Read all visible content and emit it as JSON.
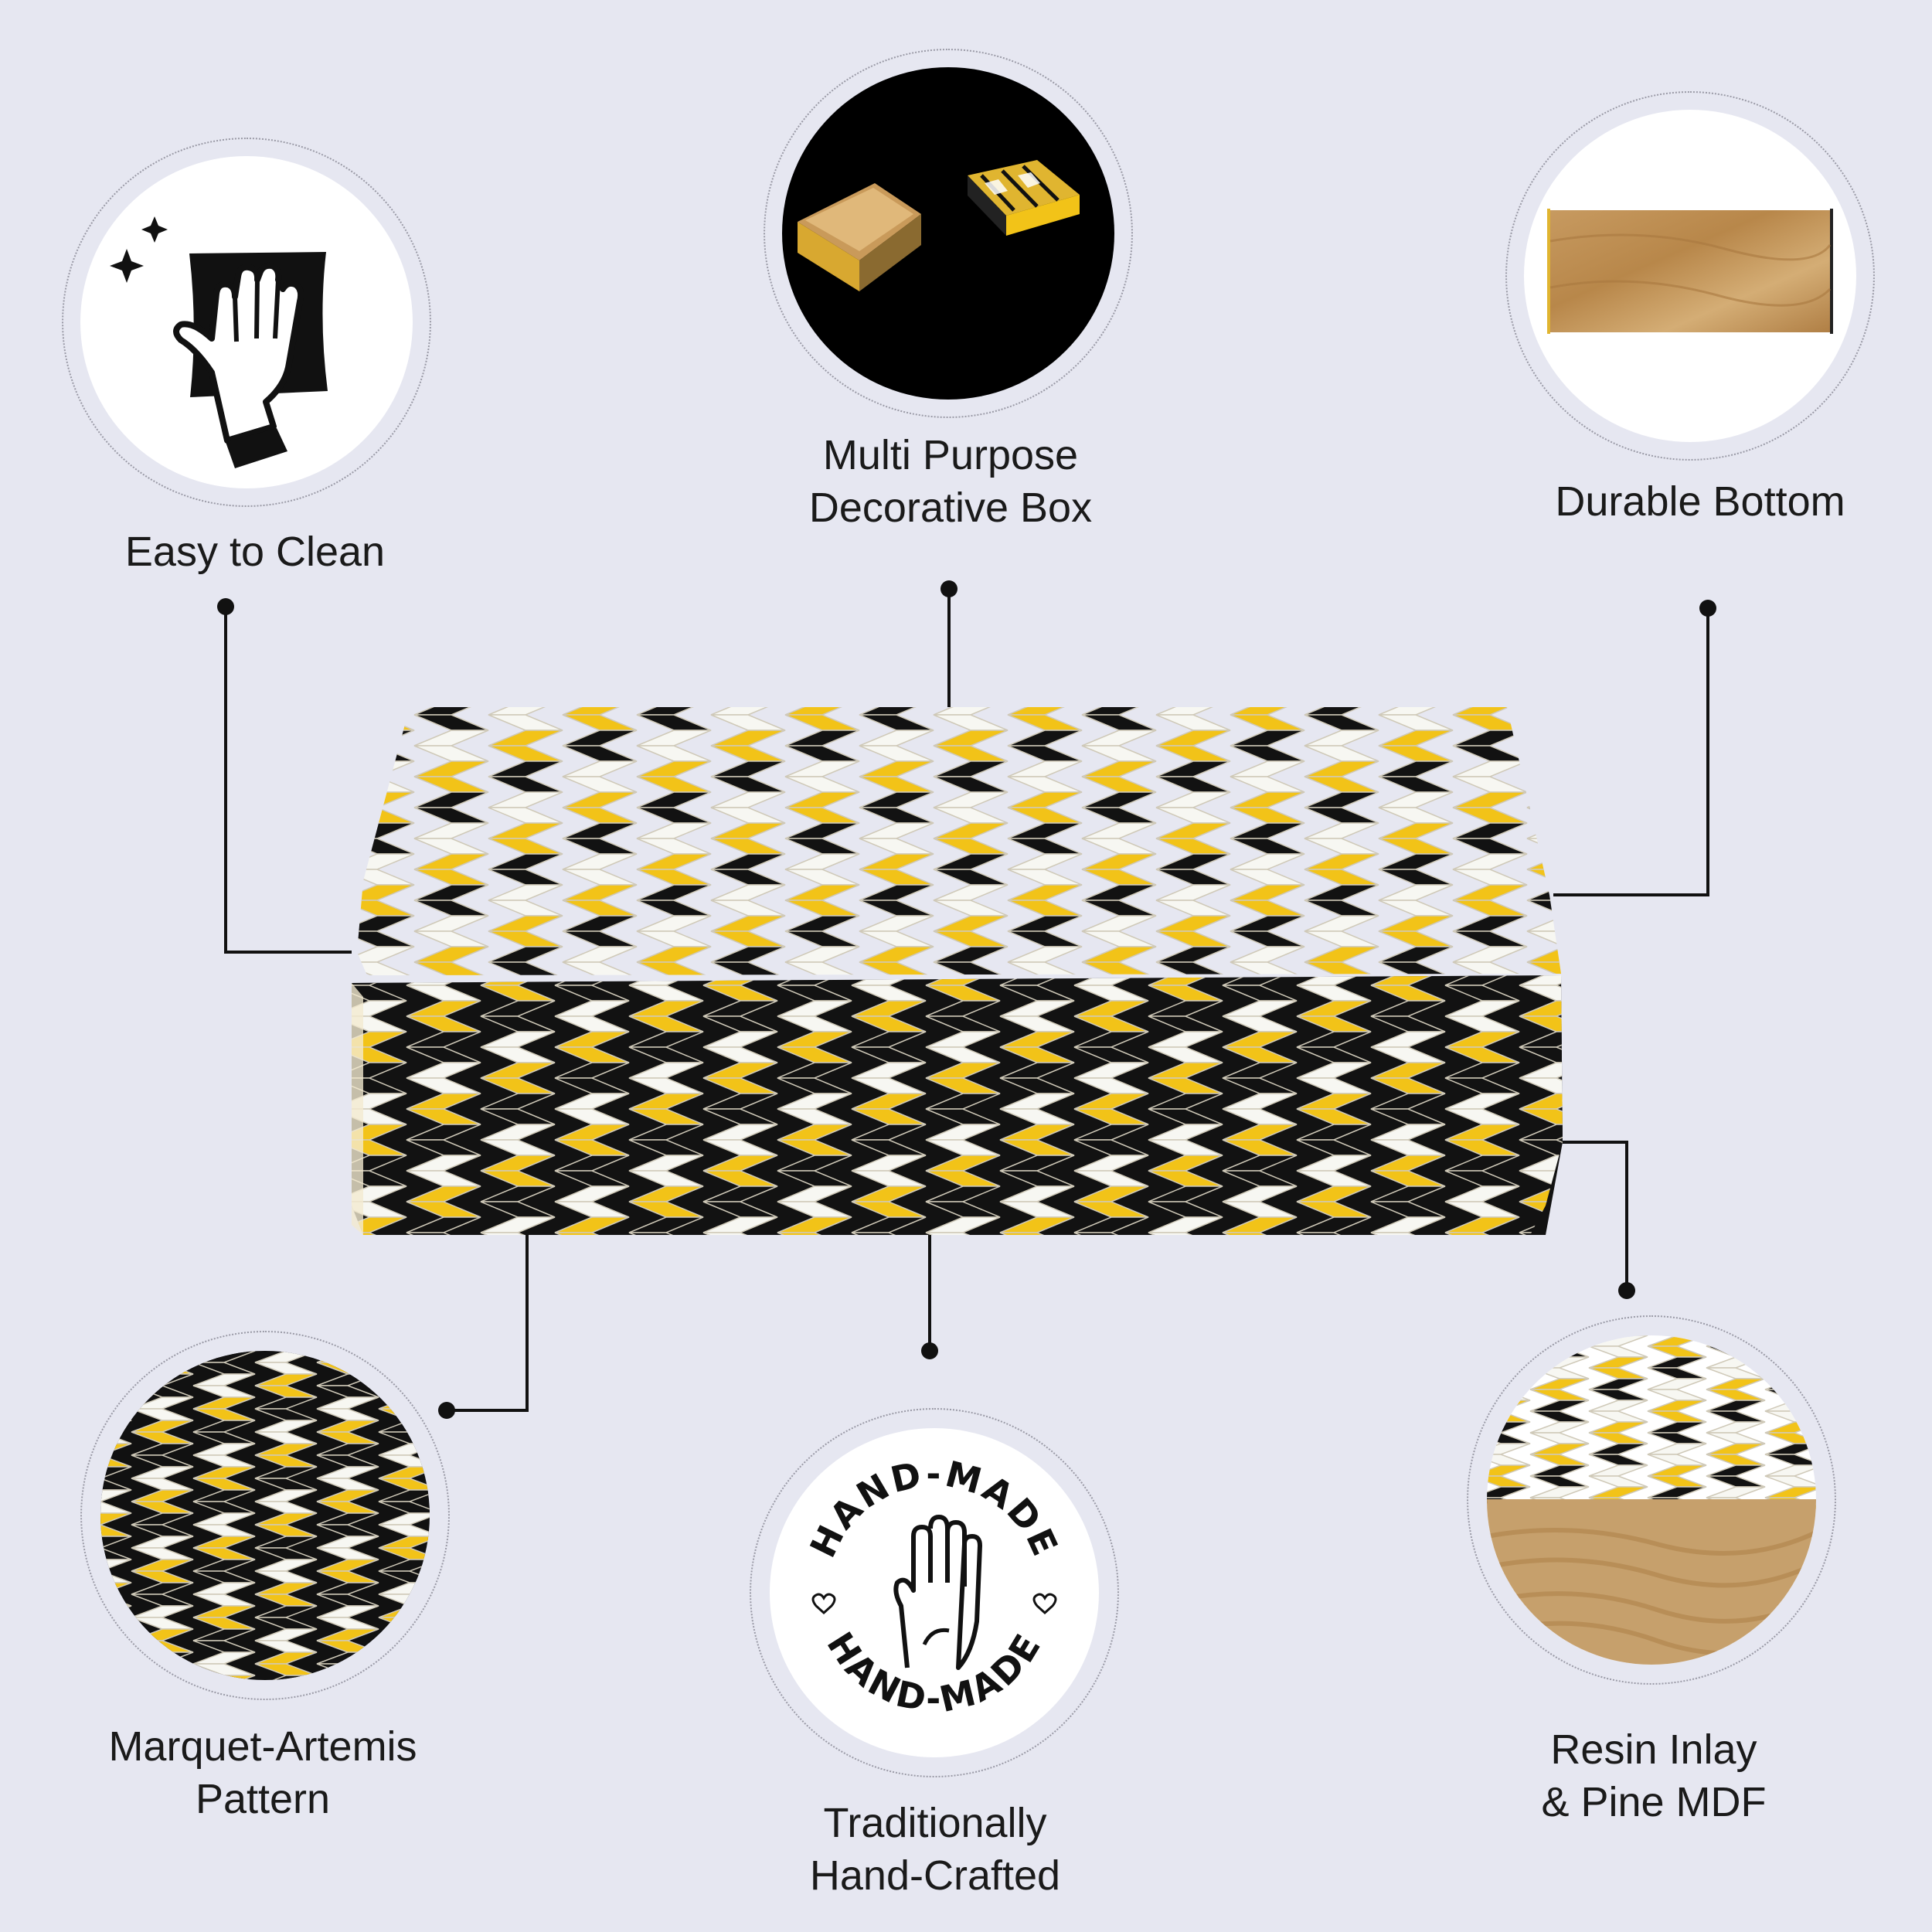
{
  "features": [
    {
      "id": "easy-clean",
      "label_lines": [
        "Easy to Clean"
      ],
      "icon": "hand-wiping-cloth-icon"
    },
    {
      "id": "multi-purpose",
      "label_lines": [
        "Multi Purpose",
        "Decorative Box"
      ],
      "icon": "open-box-photo"
    },
    {
      "id": "durable-bottom",
      "label_lines": [
        "Durable Bottom"
      ],
      "icon": "wood-bottom-photo"
    },
    {
      "id": "pattern",
      "label_lines": [
        "Marquet-Artemis",
        "Pattern"
      ],
      "icon": "chevron-pattern-closeup"
    },
    {
      "id": "handcrafted",
      "label_lines": [
        "Traditionally",
        "Hand-Crafted"
      ],
      "icon": "hand-made-stamp-icon"
    },
    {
      "id": "material",
      "label_lines": [
        "Resin Inlay",
        "& Pine MDF"
      ],
      "icon": "resin-wood-closeup"
    }
  ],
  "stamp": {
    "top_text": "HAND-MADE",
    "bottom_text": "HAND-MADE"
  },
  "colors": {
    "background": "#e6e7f1",
    "yellow": "#f2c318",
    "black": "#121212",
    "white": "#f7f7f2",
    "wood": "#c6a06c"
  }
}
